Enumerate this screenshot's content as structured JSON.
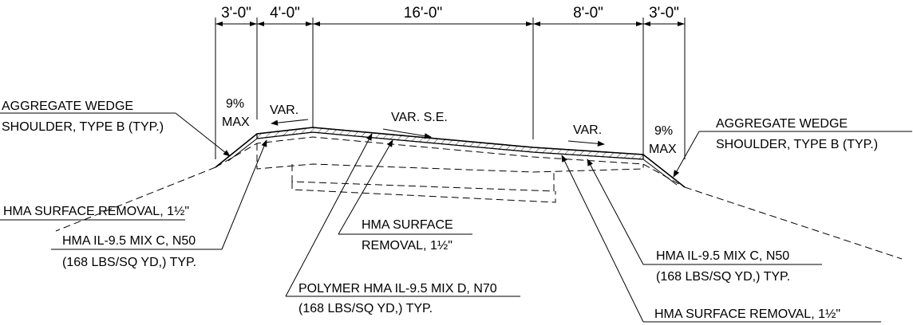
{
  "dimensions": {
    "left_shoulder": "3'-0\"",
    "left_lane_edge": "4'-0\"",
    "main_lane": "16'-0\"",
    "right_lane_edge": "8'-0\"",
    "right_shoulder": "3'-0\""
  },
  "slopes": {
    "left_max_pct": "9%",
    "left_max_word": "MAX",
    "right_max_pct": "9%",
    "right_max_word": "MAX",
    "var_left": "VAR.",
    "var_se": "VAR. S.E.",
    "var_right": "VAR."
  },
  "labels": {
    "agg_left_line1": "AGGREGATE WEDGE",
    "agg_left_line2": "SHOULDER, TYPE B (TYP.)",
    "agg_right_line1": "AGGREGATE WEDGE",
    "agg_right_line2": "SHOULDER, TYPE B (TYP.)",
    "removal_left": "HMA SURFACE REMOVAL, 1½\"",
    "mix_c_left_line1": "HMA IL-9.5 MIX C, N50",
    "mix_c_left_line2": "(168 LBS/SQ YD,) TYP.",
    "removal_center_line1": "HMA SURFACE",
    "removal_center_line2": "REMOVAL, 1½\"",
    "polymer_line1": "POLYMER HMA IL-9.5 MIX D, N70",
    "polymer_line2": "(168 LBS/SQ YD,) TYP.",
    "mix_c_right_line1": "HMA IL-9.5 MIX C, N50",
    "mix_c_right_line2": "(168 LBS/SQ YD,) TYP.",
    "removal_right": "HMA SURFACE REMOVAL, 1½\""
  }
}
